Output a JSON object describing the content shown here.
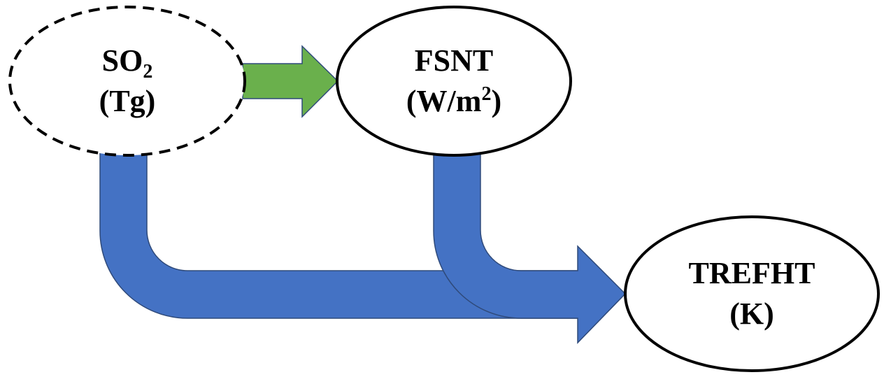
{
  "nodes": {
    "so2": {
      "name": "SO",
      "subscript": "2",
      "unit": "(Tg)",
      "border": "dashed"
    },
    "fsnt": {
      "name": "FSNT",
      "unit_prefix": "(W/m",
      "unit_superscript": "2",
      "unit_suffix": ")",
      "border": "solid"
    },
    "trefht": {
      "name": "TREFHT",
      "unit": "(K)",
      "border": "solid"
    }
  },
  "edges": [
    {
      "from": "so2",
      "to": "fsnt",
      "color": "#6ab04c"
    },
    {
      "from": "so2",
      "to": "trefht",
      "color": "#4472c4"
    },
    {
      "from": "fsnt",
      "to": "trefht",
      "color": "#4472c4"
    }
  ],
  "colors": {
    "green_arrow": "#6ab04c",
    "blue_arrow": "#4472c4",
    "arrow_outline": "#2f4a7a",
    "node_outline": "#000000"
  }
}
